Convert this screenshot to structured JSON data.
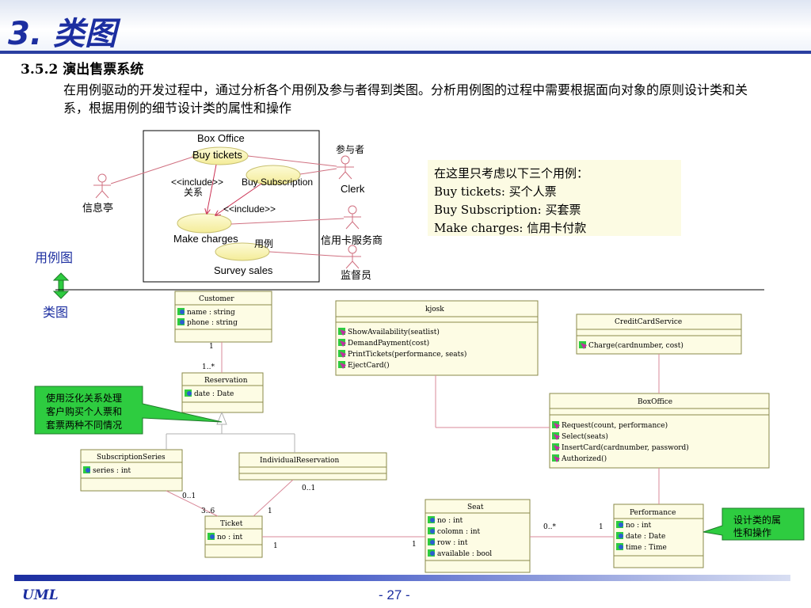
{
  "slide": {
    "title": "3. 类图",
    "section_heading": "3.5.2  演出售票系统",
    "intro_text": "在用例驱动的开发过程中，通过分析各个用例及参与者得到类图。分析用例图的过程中需要根据面向对象的原则设计类和关系，根据用例的细节设计类的属性和操作",
    "footer_left": "UML",
    "footer_page": "- 27 -"
  },
  "use_case_diagram": {
    "system_name": "Box Office",
    "use_cases": [
      "Buy tickets",
      "Buy Subscription",
      "Make charges",
      "Survey sales"
    ],
    "actors": [
      "信息亭",
      "Clerk",
      "信用卡服务商",
      "监督员"
    ],
    "actor_annotation": "参与者",
    "relation_annotation": "关系",
    "usecase_annotation": "用例",
    "include_label_1": "<<include>>",
    "include_label_2": "<<include>>"
  },
  "note": {
    "lines": [
      "在这里只考虑以下三个用例：",
      "Buy tickets: 买个人票",
      "Buy Subscription: 买套票",
      "Make charges: 信用卡付款"
    ]
  },
  "side_labels": {
    "use_case_label": "用例图",
    "class_label": "类图"
  },
  "class_diagram": {
    "customer": {
      "name": "Customer",
      "attributes": [
        "name : string",
        "phone : string"
      ]
    },
    "reservation": {
      "name": "Reservation",
      "attributes": [
        "date : Date"
      ]
    },
    "subscription_series": {
      "name": "SubscriptionSeries",
      "attributes": [
        "series : int"
      ]
    },
    "individual_reservation": {
      "name": "IndividualReservation"
    },
    "ticket": {
      "name": "Ticket",
      "attributes": [
        "no : int"
      ]
    },
    "kiosk": {
      "name": "kjosk",
      "operations": [
        "ShowAvailability(seatlist)",
        "DemandPayment(cost)",
        "PrintTickets(performance, seats)",
        "EjectCard()"
      ]
    },
    "credit_card_service": {
      "name": "CreditCardService",
      "operations": [
        "Charge(cardnumber, cost)"
      ]
    },
    "box_office": {
      "name": "BoxOffice",
      "operations": [
        "Request(count, performance)",
        "Select(seats)",
        "InsertCard(cardnumber, password)",
        "Authorized()"
      ]
    },
    "seat": {
      "name": "Seat",
      "attributes": [
        "no : int",
        "colomn : int",
        "row : int",
        "available : bool"
      ]
    },
    "performance": {
      "name": "Performance",
      "attributes": [
        "no : int",
        "date : Date",
        "time : Time"
      ]
    },
    "multiplicities": {
      "customer_end": "1",
      "reservation_end": "1..*",
      "series_end": "0..1",
      "ticket_series_end": "3..6",
      "ticket_individual_end": "1",
      "individual_end": "0..1",
      "ticket_seat_ticket_end": "1",
      "ticket_seat_seat_end": "1",
      "seat_perf_seat_end": "0..*",
      "seat_perf_perf_end": "1"
    }
  },
  "callouts": {
    "generalization_note": [
      "使用泛化关系处理",
      "客户购买个人票和",
      "套票两种不同情况"
    ],
    "design_note": [
      "设计类的属",
      "性和操作"
    ]
  },
  "colors": {
    "title_blue": "#1c2ea0",
    "class_fill": "#fdfce4",
    "class_border": "#8a8a4a",
    "callout_green": "#2ecc40",
    "use_case_fill": "#faf5b0",
    "assoc_line": "#d98a9a"
  }
}
